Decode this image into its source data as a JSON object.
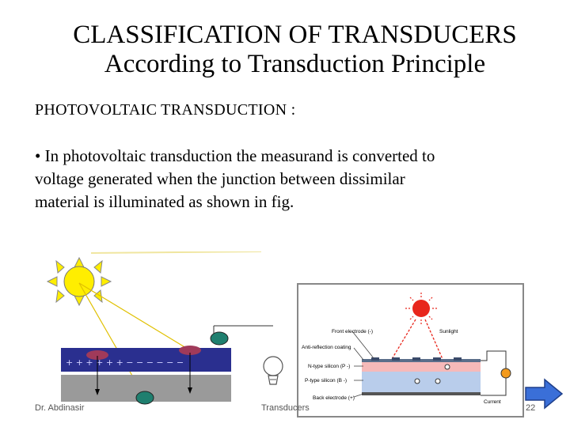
{
  "slide": {
    "title_line1": "CLASSIFICATION OF TRANSDUCERS",
    "title_line2": "According to Transduction Principle",
    "heading": "PHOTOVOLTAIC TRANSDUCTION :",
    "bullet": "• In photovoltaic transduction the measurand is converted to voltage generated when the junction between dissimilar material is illuminated as shown in fig."
  },
  "figure2": {
    "labels": {
      "front_electrode": "Front electrode (-)",
      "anti_reflection": "Anti-reflection coating",
      "n_type": "N-type silicon (P -)",
      "p_type": "P-type silicon (B -)",
      "back_electrode": "Back electrode (+)",
      "sunlight": "Sunlight",
      "current": "Current"
    }
  },
  "footer": {
    "author": "Dr. Abdinasir",
    "topic": "Transducers",
    "page": "22"
  },
  "colors": {
    "sun": "#ffee00",
    "n_layer": "#2a2f8f",
    "p_layer": "#9a9a9a",
    "nav_button": "#3a6fd8"
  }
}
